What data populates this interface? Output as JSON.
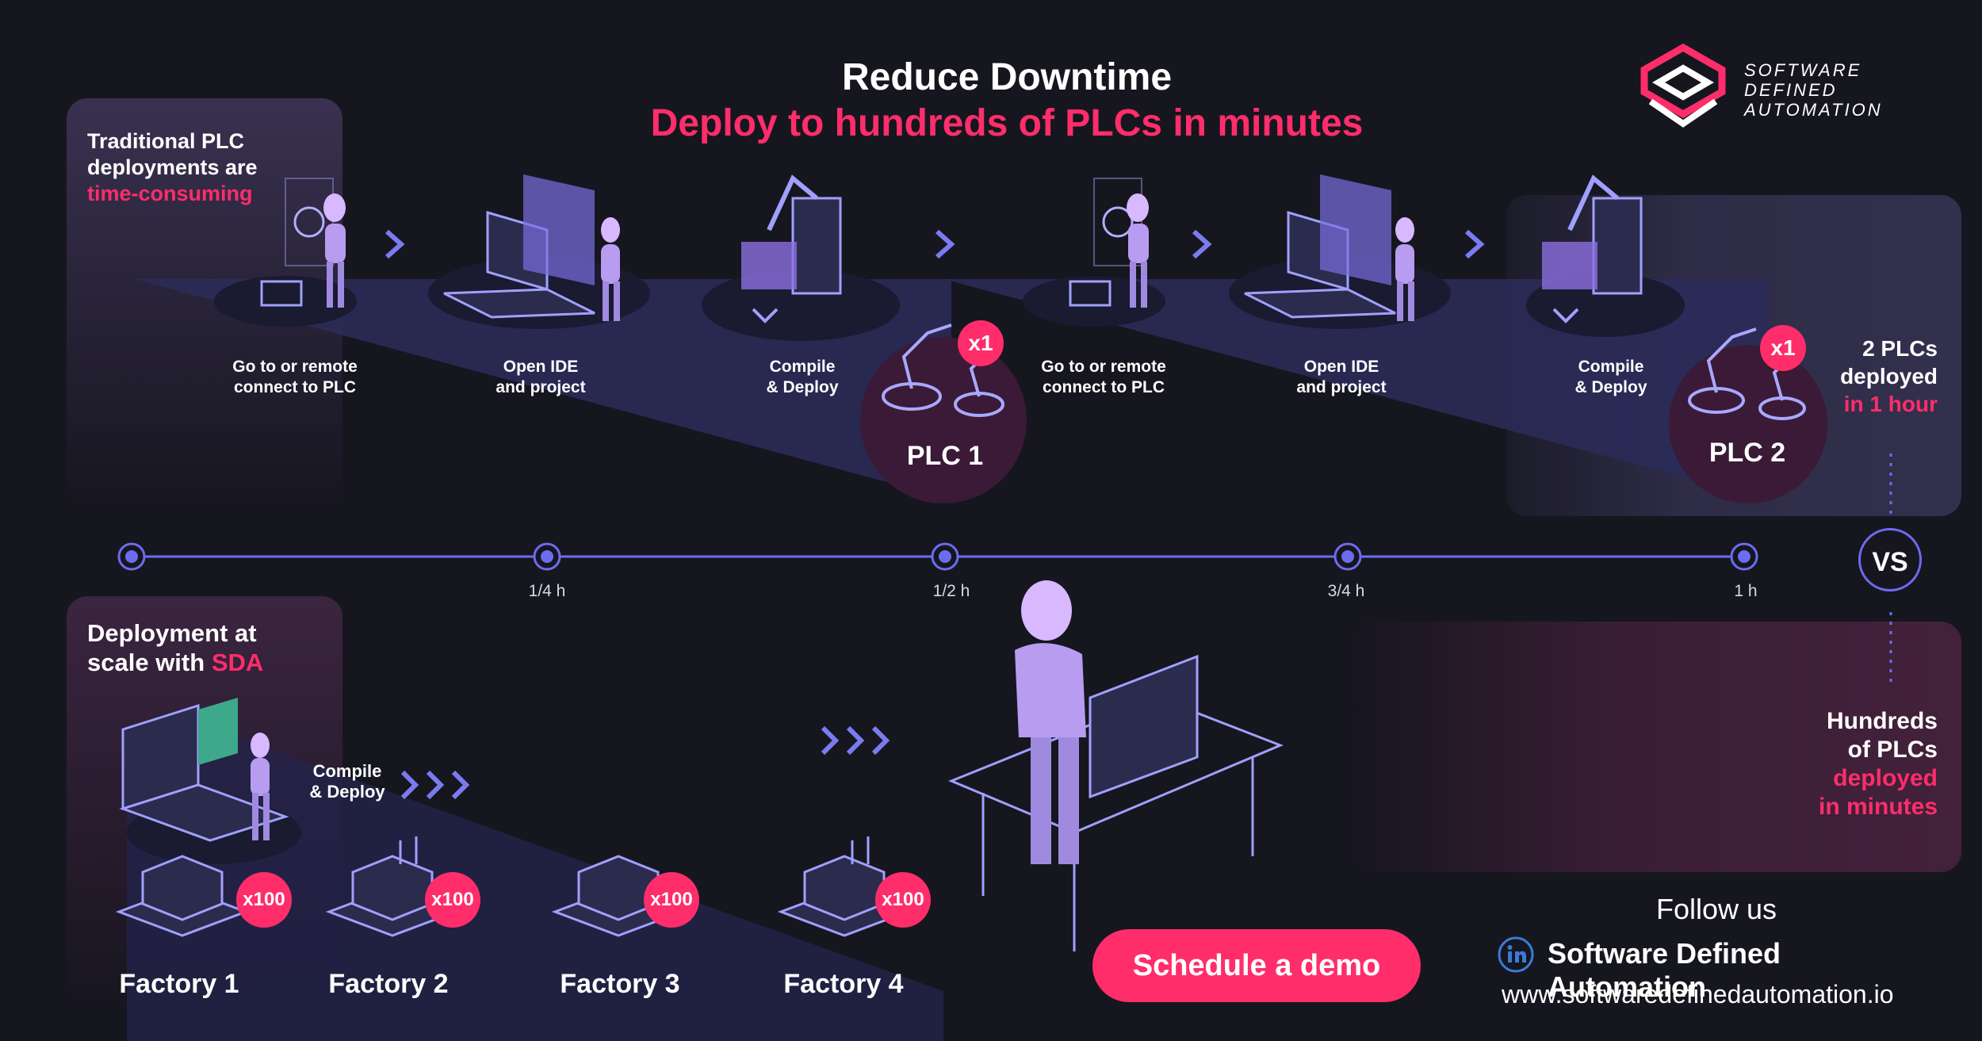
{
  "header": {
    "title": "Reduce Downtime",
    "subtitle": "Deploy to hundreds of PLCs in minutes"
  },
  "logo": {
    "line1": "SOFTWARE",
    "line2": "DEFINED",
    "line3": "AUTOMATION"
  },
  "traditional": {
    "heading_line1": "Traditional PLC",
    "heading_line2": "deployments are",
    "heading_highlight": "time-consuming",
    "steps": [
      {
        "line1": "Go to or remote",
        "line2": "connect to PLC"
      },
      {
        "line1": "Open IDE",
        "line2": "and project"
      },
      {
        "line1": "Compile",
        "line2": "& Deploy"
      },
      {
        "line1": "Go to or remote",
        "line2": "connect to PLC"
      },
      {
        "line1": "Open IDE",
        "line2": "and project"
      },
      {
        "line1": "Compile",
        "line2": "& Deploy"
      }
    ],
    "plcs": [
      {
        "label": "PLC 1",
        "badge": "x1"
      },
      {
        "label": "PLC 2",
        "badge": "x1"
      }
    ],
    "summary_line1": "2 PLCs",
    "summary_line2": "deployed",
    "summary_highlight": "in 1 hour"
  },
  "timeline": {
    "ticks": [
      "",
      "1/4 h",
      "1/2 h",
      "3/4 h",
      "1 h"
    ],
    "vs": "VS"
  },
  "sda": {
    "heading_line1": "Deployment at",
    "heading_line2": "scale with",
    "heading_highlight": "SDA",
    "step_line1": "Compile",
    "step_line2": "& Deploy",
    "factories": [
      {
        "label": "Factory 1",
        "badge": "x100"
      },
      {
        "label": "Factory 2",
        "badge": "x100"
      },
      {
        "label": "Factory 3",
        "badge": "x100"
      },
      {
        "label": "Factory 4",
        "badge": "x100"
      }
    ],
    "summary_line1": "Hundreds",
    "summary_line2": "of PLCs",
    "summary_highlight1": "deployed",
    "summary_highlight2": "in minutes"
  },
  "cta": {
    "label": "Schedule a demo"
  },
  "footer": {
    "follow": "Follow us",
    "company": "Software Defined Automation",
    "url": "www.softwaredefinedautomation.io",
    "linkedin_icon": "linkedin-icon"
  },
  "colors": {
    "accent": "#ff2d6a",
    "timeline": "#6c6cf0",
    "background": "#16161f"
  }
}
